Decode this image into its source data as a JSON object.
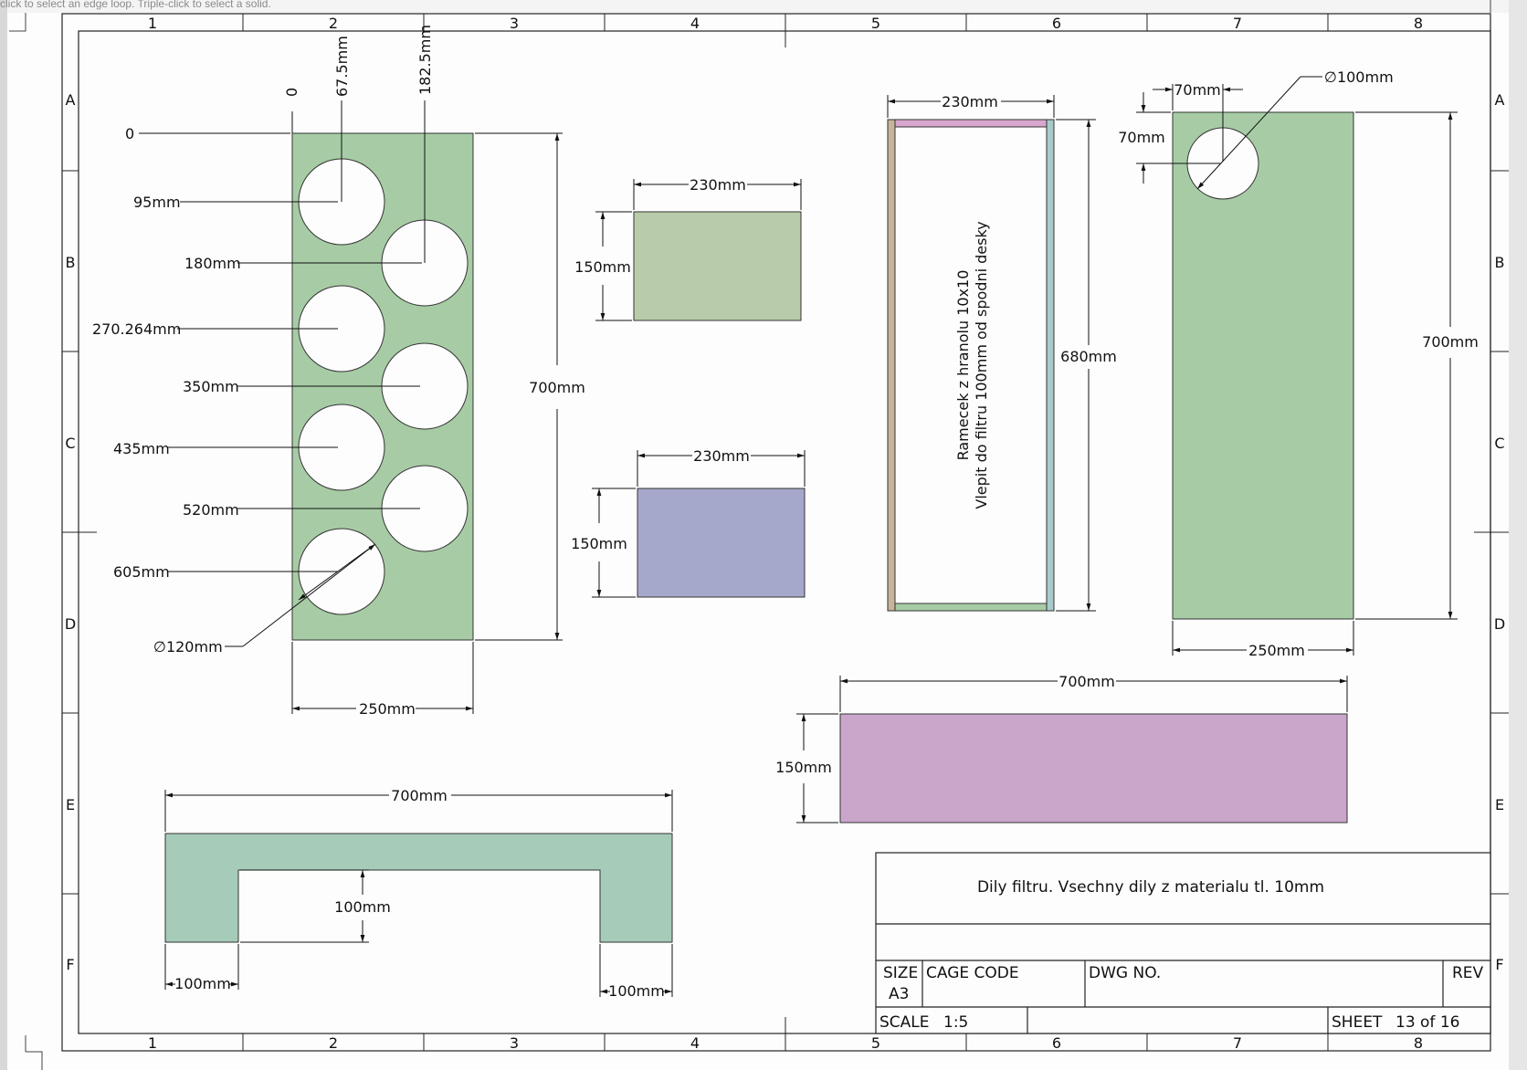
{
  "status_hint": "click to select an edge loop. Triple-click to select a solid.",
  "border": {
    "columns": [
      "1",
      "2",
      "3",
      "4",
      "5",
      "6",
      "7",
      "8"
    ],
    "rows": [
      "A",
      "B",
      "C",
      "D",
      "E",
      "F"
    ]
  },
  "colors": {
    "panel_green": "#a7cca5",
    "panel_sage": "#b8ccaa",
    "panel_blue": "#a6a8cb",
    "panel_pink": "#cba6cb",
    "panel_mint": "#a6cbb9",
    "frame_tan": "#c8b49a",
    "frame_teal": "#a6cbca",
    "frame_pink": "#d7a7cf",
    "frame_green": "#a7cca5"
  },
  "part1": {
    "ord_top": [
      "0",
      "67.5mm",
      "182.5mm"
    ],
    "ord_left": [
      "0",
      "95mm",
      "180mm",
      "270.264mm",
      "350mm",
      "435mm",
      "520mm",
      "605mm"
    ],
    "height": "700mm",
    "width": "250mm",
    "diameter": "∅120mm"
  },
  "part2": {
    "width": "230mm",
    "height": "150mm"
  },
  "part3": {
    "width": "230mm",
    "height": "150mm"
  },
  "frame": {
    "width": "230mm",
    "height": "680mm",
    "note_line1": "Ramecek z hranolu 10x10",
    "note_line2": "Vlepit do filtru 100mm od spodni desky"
  },
  "part5": {
    "hole_x": "70mm",
    "hole_y": "70mm",
    "diameter": "∅100mm",
    "height": "700mm",
    "width": "250mm"
  },
  "part6": {
    "width": "700mm",
    "height": "150mm"
  },
  "part7": {
    "width": "700mm",
    "notch_depth": "100mm",
    "left_leg": "100mm",
    "right_leg": "100mm"
  },
  "title_block": {
    "title": "Dily filtru. Vsechny dily z materialu tl. 10mm",
    "size_label": "SIZE",
    "size_value": "A3",
    "cage_code_label": "CAGE CODE",
    "dwg_no_label": "DWG NO.",
    "rev_label": "REV",
    "scale_label": "SCALE",
    "scale_value": "1:5",
    "sheet_label": "SHEET",
    "sheet_value": "13 of 16"
  }
}
